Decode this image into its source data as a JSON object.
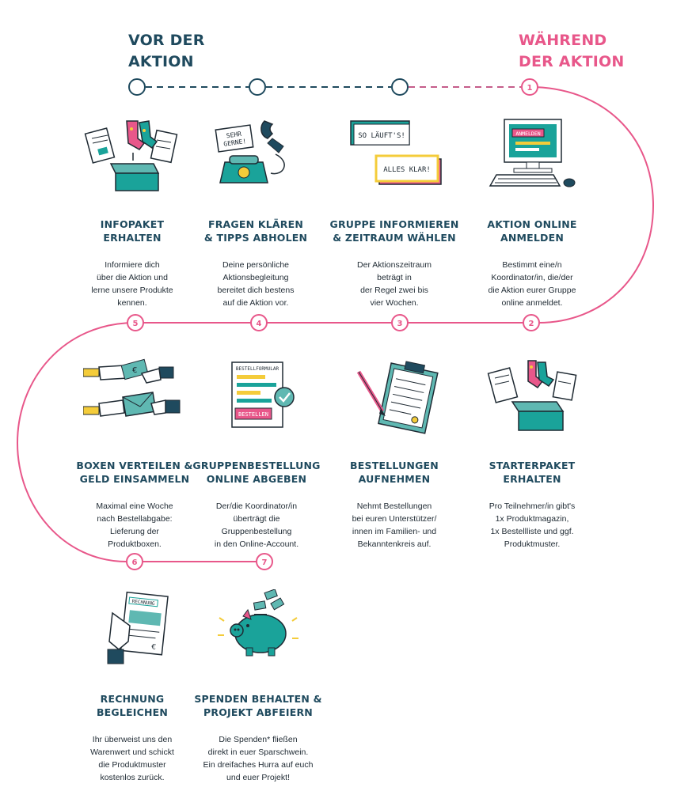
{
  "phases": {
    "before": [
      "VOR DER",
      "AKTION"
    ],
    "during": [
      "WÄHREND",
      "DER AKTION"
    ]
  },
  "colors": {
    "navy": "#1f4a5e",
    "pink": "#e8578a",
    "teal": "#1aa39a",
    "yellow": "#f4cc3a"
  },
  "steps": [
    {
      "id": "infopaket",
      "icon": "box-with-socks-and-magazines-icon",
      "title": [
        "INFOPAKET",
        "ERHALTEN"
      ],
      "desc": [
        "Informiere dich",
        "über die Aktion und",
        "lerne unsere Produkte",
        "kennen."
      ]
    },
    {
      "id": "fragen",
      "icon": "telephone-icon",
      "title": [
        "FRAGEN KLÄREN",
        "& TIPPS ABHOLEN"
      ],
      "desc": [
        "Deine persönliche",
        "Aktionsbegleitung",
        "bereitet dich bestens",
        "auf die Aktion vor."
      ],
      "illus_text": [
        "SEHR",
        "GERNE!"
      ]
    },
    {
      "id": "gruppe",
      "icon": "speech-bubbles-icon",
      "title": [
        "GRUPPE INFORMIEREN",
        "& ZEITRAUM WÄHLEN"
      ],
      "desc": [
        "Der Aktionszeitraum",
        "beträgt in",
        "der Regel zwei bis",
        "vier Wochen."
      ],
      "illus_text": [
        "SO LÄUFT'S!",
        "ALLES KLAR!"
      ]
    },
    {
      "id": "anmelden",
      "number": "1",
      "icon": "computer-icon",
      "title": [
        "AKTION ONLINE",
        "ANMELDEN"
      ],
      "desc": [
        "Bestimmt eine/n",
        "Koordinator/in, die/der",
        "die Aktion eurer Gruppe",
        "online anmeldet."
      ],
      "illus_text": [
        "ANMELDEN"
      ]
    },
    {
      "id": "starterpaket",
      "number": "2",
      "icon": "open-box-icon",
      "title": [
        "STARTERPAKET",
        "ERHALTEN"
      ],
      "desc": [
        "Pro Teilnehmer/in gibt's",
        "1x Produktmagazin,",
        "1x Bestellliste und ggf.",
        "Produktmuster."
      ]
    },
    {
      "id": "bestellungen",
      "number": "3",
      "icon": "clipboard-icon",
      "title": [
        "BESTELLUNGEN",
        "AUFNEHMEN"
      ],
      "desc": [
        "Nehmt Bestellungen",
        "bei euren Unterstützer/",
        "innen im Familien- und",
        "Bekanntenkreis auf."
      ]
    },
    {
      "id": "gruppenbestellung",
      "number": "4",
      "icon": "order-form-icon",
      "title": [
        "GRUPPENBESTELLUNG",
        "ONLINE ABGEBEN"
      ],
      "desc": [
        "Der/die Koordinator/in",
        "überträgt die",
        "Gruppenbestellung",
        "in den Online-Account."
      ],
      "illus_text": [
        "BESTELLFORMULAR",
        "BESTELLEN"
      ]
    },
    {
      "id": "boxen",
      "number": "5",
      "icon": "hands-exchange-icon",
      "title": [
        "BOXEN VERTEILEN &",
        "GELD EINSAMMELN"
      ],
      "desc": [
        "Maximal eine Woche",
        "nach Bestellabgabe:",
        "Lieferung der",
        "Produktboxen."
      ]
    },
    {
      "id": "rechnung",
      "number": "6",
      "icon": "invoice-icon",
      "title": [
        "RECHNUNG",
        "BEGLEICHEN"
      ],
      "desc": [
        "Ihr überweist uns den",
        "Warenwert und schickt",
        "die Produktmuster",
        "kostenlos zurück."
      ],
      "illus_text": [
        "RECHNUNG"
      ]
    },
    {
      "id": "spenden",
      "number": "7",
      "icon": "piggy-bank-icon",
      "title": [
        "SPENDEN BEHALTEN &",
        "PROJEKT ABFEIERN"
      ],
      "desc": [
        "Die Spenden* fließen",
        "direkt in euer Sparschwein.",
        "Ein dreifaches Hurra auf euch",
        "und euer Projekt!"
      ]
    }
  ]
}
